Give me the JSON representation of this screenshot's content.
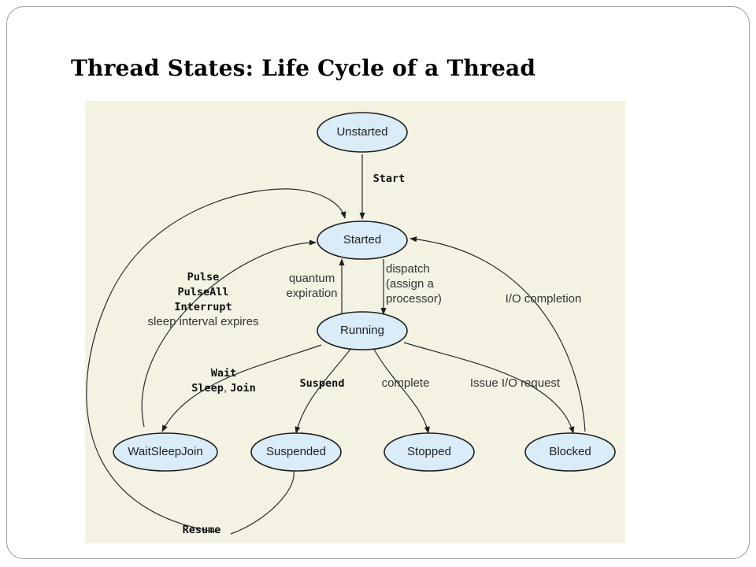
{
  "slide": {
    "title": "Thread States: Life Cycle of a Thread"
  },
  "diagram": {
    "states": {
      "unstarted": "Unstarted",
      "started": "Started",
      "running": "Running",
      "waitsleepjoin": "WaitSleepJoin",
      "suspended": "Suspended",
      "stopped": "Stopped",
      "blocked": "Blocked"
    },
    "transitions": {
      "start": "Start",
      "pulse": "Pulse",
      "pulseall": "PulseAll",
      "interrupt": "Interrupt",
      "sleep_interval": "sleep interval expires",
      "quantum": "quantum",
      "expiration": "expiration",
      "dispatch": "dispatch",
      "assign_a": "(assign a",
      "processor": "processor)",
      "io_completion": "I/O completion",
      "wait": "Wait",
      "sleep": "Sleep",
      "sleep_join_comma": ", ",
      "join": "Join",
      "suspend": "Suspend",
      "complete": "complete",
      "issue_io": "Issue I/O request",
      "resume": "Resume"
    }
  }
}
